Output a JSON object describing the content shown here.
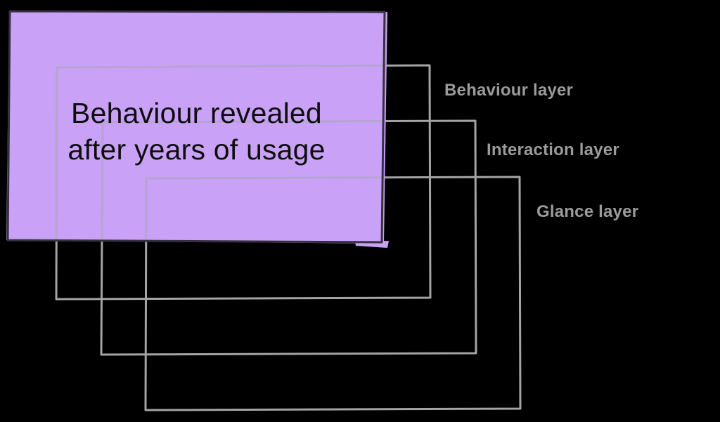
{
  "diagram": {
    "background_color": "#000000",
    "card": {
      "lines": [
        "Behaviour revealed",
        "after years of usage"
      ],
      "text": "Behaviour revealed after years of usage",
      "fill_color": "#c9a2f7",
      "border_color": "#363040",
      "text_color": "#0e0e0e"
    },
    "layers": [
      {
        "label": "Behaviour layer"
      },
      {
        "label": "Interaction layer"
      },
      {
        "label": "Glance layer"
      }
    ],
    "layer_outline_color": "#a4a4a4",
    "label_color": "#9b9b9b"
  }
}
